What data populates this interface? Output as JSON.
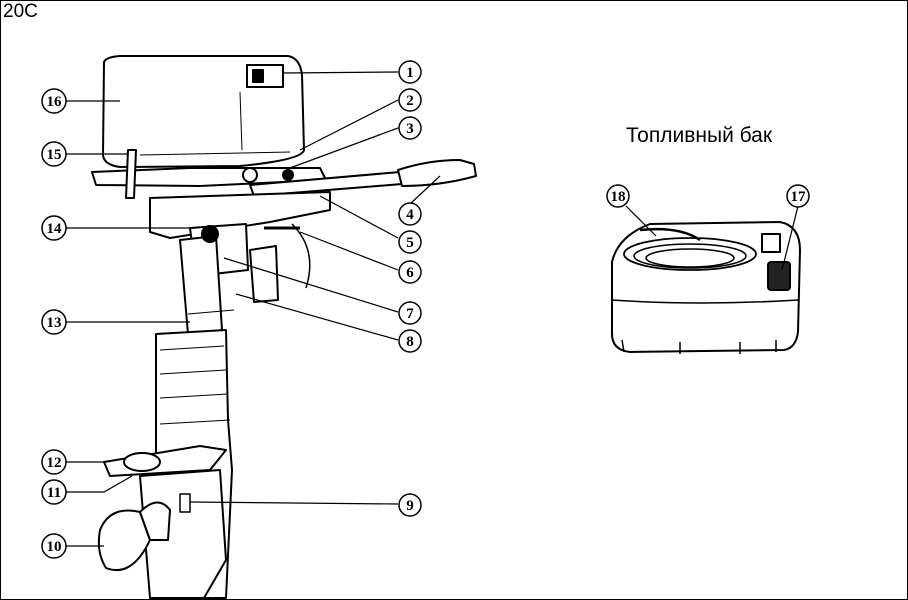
{
  "model_label": "20C",
  "tank_title": "Топливный бак",
  "callouts": [
    "1",
    "2",
    "3",
    "4",
    "5",
    "6",
    "7",
    "8",
    "9",
    "10",
    "11",
    "12",
    "13",
    "14",
    "15",
    "16",
    "17",
    "18"
  ]
}
